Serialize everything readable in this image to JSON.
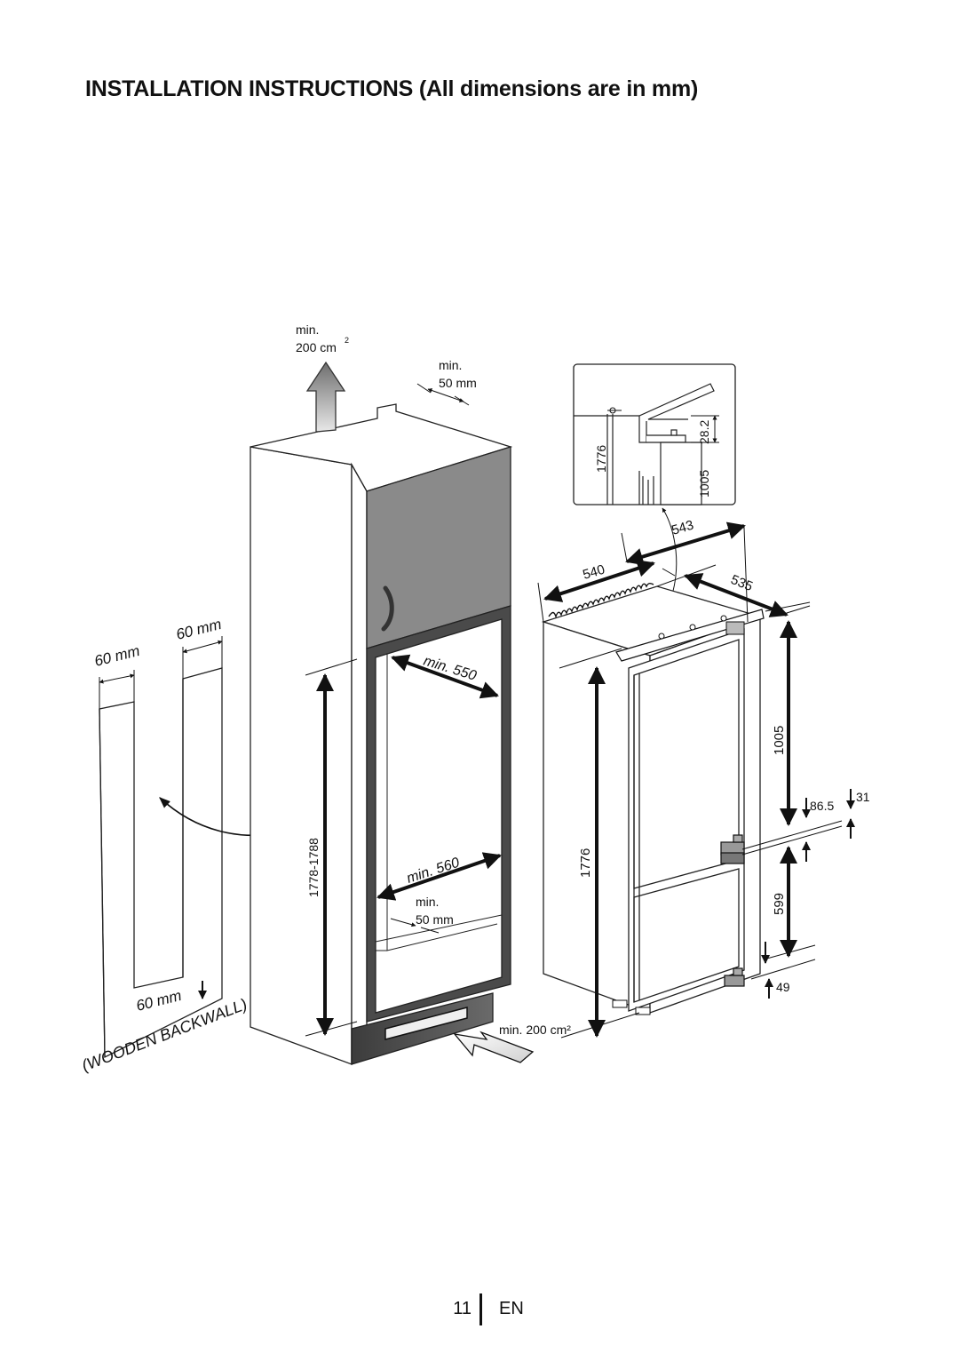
{
  "header": {
    "title": "INSTALLATION INSTRUCTIONS",
    "subtitle": "(All dimensions are in mm)"
  },
  "diagram": {
    "vent_top_label_1": "min.",
    "vent_top_label_2": "200 cm",
    "vent_top_sup": "2",
    "gap_top_label_1": "min.",
    "gap_top_label_2": "50 mm",
    "backwall_width_left": "60 mm",
    "backwall_width_right": "60 mm",
    "backwall_bottom": "60 mm",
    "backwall_name": "(WOODEN BACKWALL)",
    "niche_height": "1778-1788",
    "niche_depth_top": "min. 550",
    "niche_width": "min. 560",
    "gap_bottom_label_1": "min.",
    "gap_bottom_label_2": "50 mm",
    "vent_bottom_label": "min. 200 cm²",
    "detail_height": "1776",
    "detail_top_offset": "28.2",
    "detail_upper_door": "1005",
    "appliance_depth": "543",
    "appliance_width": "540",
    "appliance_side": "535",
    "appliance_height": "1776",
    "upper_door_height": "1005",
    "hinge_offset_1": "86.5",
    "hinge_offset_2": "31",
    "lower_door_height": "599",
    "bottom_hinge_offset": "49"
  },
  "footer": {
    "page_number": "11",
    "language": "EN"
  }
}
